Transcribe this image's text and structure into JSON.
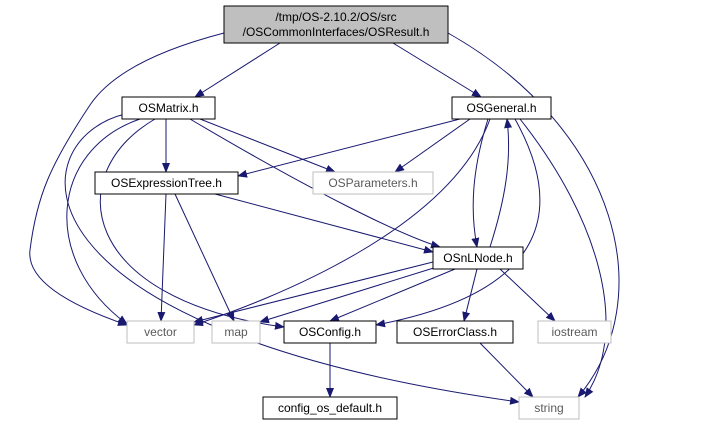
{
  "colors": {
    "edge": "#191970",
    "root_fill": "#bfbfbf",
    "box_border": "#000000",
    "external_border": "#bfbfbf",
    "text": "#000000",
    "external_text": "#5a5a5a"
  },
  "nodes": [
    {
      "id": "root",
      "lines": [
        "/tmp/OS-2.10.2/OS/src",
        "/OSCommonInterfaces/OSResult.h"
      ],
      "kind": "root"
    },
    {
      "id": "osmatrix",
      "lines": [
        "OSMatrix.h"
      ],
      "kind": "file"
    },
    {
      "id": "osgeneral",
      "lines": [
        "OSGeneral.h"
      ],
      "kind": "file"
    },
    {
      "id": "osexpressiontree",
      "lines": [
        "OSExpressionTree.h"
      ],
      "kind": "file"
    },
    {
      "id": "osparameters",
      "lines": [
        "OSParameters.h"
      ],
      "kind": "external"
    },
    {
      "id": "osnlnode",
      "lines": [
        "OSnLNode.h"
      ],
      "kind": "file"
    },
    {
      "id": "vector",
      "lines": [
        "vector"
      ],
      "kind": "external"
    },
    {
      "id": "map",
      "lines": [
        "map"
      ],
      "kind": "external"
    },
    {
      "id": "osconfig",
      "lines": [
        "OSConfig.h"
      ],
      "kind": "file"
    },
    {
      "id": "oserrorclass",
      "lines": [
        "OSErrorClass.h"
      ],
      "kind": "file"
    },
    {
      "id": "iostream",
      "lines": [
        "iostream"
      ],
      "kind": "external"
    },
    {
      "id": "config_os_default",
      "lines": [
        "config_os_default.h"
      ],
      "kind": "file"
    },
    {
      "id": "string",
      "lines": [
        "string"
      ],
      "kind": "external"
    }
  ],
  "edges": [
    [
      "root",
      "osmatrix"
    ],
    [
      "root",
      "osgeneral"
    ],
    [
      "root",
      "vector"
    ],
    [
      "root",
      "string"
    ],
    [
      "osmatrix",
      "osexpressiontree"
    ],
    [
      "osmatrix",
      "osparameters"
    ],
    [
      "osmatrix",
      "osnlnode"
    ],
    [
      "osmatrix",
      "vector"
    ],
    [
      "osmatrix",
      "osconfig"
    ],
    [
      "osmatrix",
      "string"
    ],
    [
      "osgeneral",
      "osexpressiontree"
    ],
    [
      "osgeneral",
      "osparameters"
    ],
    [
      "osgeneral",
      "osnlnode"
    ],
    [
      "osgeneral",
      "vector"
    ],
    [
      "osgeneral",
      "osconfig"
    ],
    [
      "osgeneral",
      "string"
    ],
    [
      "osexpressiontree",
      "vector"
    ],
    [
      "osexpressiontree",
      "map"
    ],
    [
      "osexpressiontree",
      "osnlnode"
    ],
    [
      "osnlnode",
      "osgeneral"
    ],
    [
      "osnlnode",
      "vector"
    ],
    [
      "osnlnode",
      "map"
    ],
    [
      "osnlnode",
      "osconfig"
    ],
    [
      "osnlnode",
      "oserrorclass"
    ],
    [
      "osnlnode",
      "iostream"
    ],
    [
      "osconfig",
      "config_os_default"
    ],
    [
      "oserrorclass",
      "string"
    ]
  ]
}
